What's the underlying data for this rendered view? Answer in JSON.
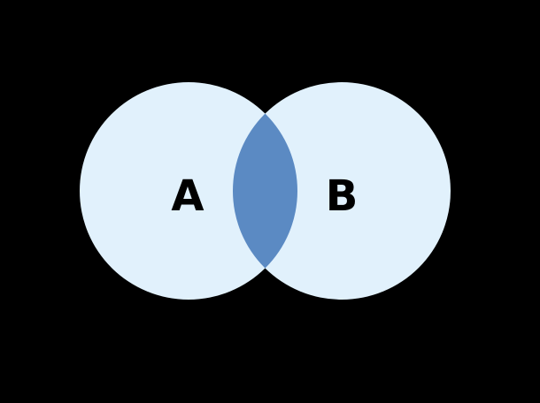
{
  "diagram": {
    "type": "venn",
    "sets": [
      {
        "label": "A"
      },
      {
        "label": "B"
      }
    ],
    "highlighted_region": "intersection",
    "colors": {
      "background": "#000000",
      "circle_fill": "#e1f1fc",
      "intersection_fill": "#5b8ac3",
      "label": "#000000"
    }
  }
}
